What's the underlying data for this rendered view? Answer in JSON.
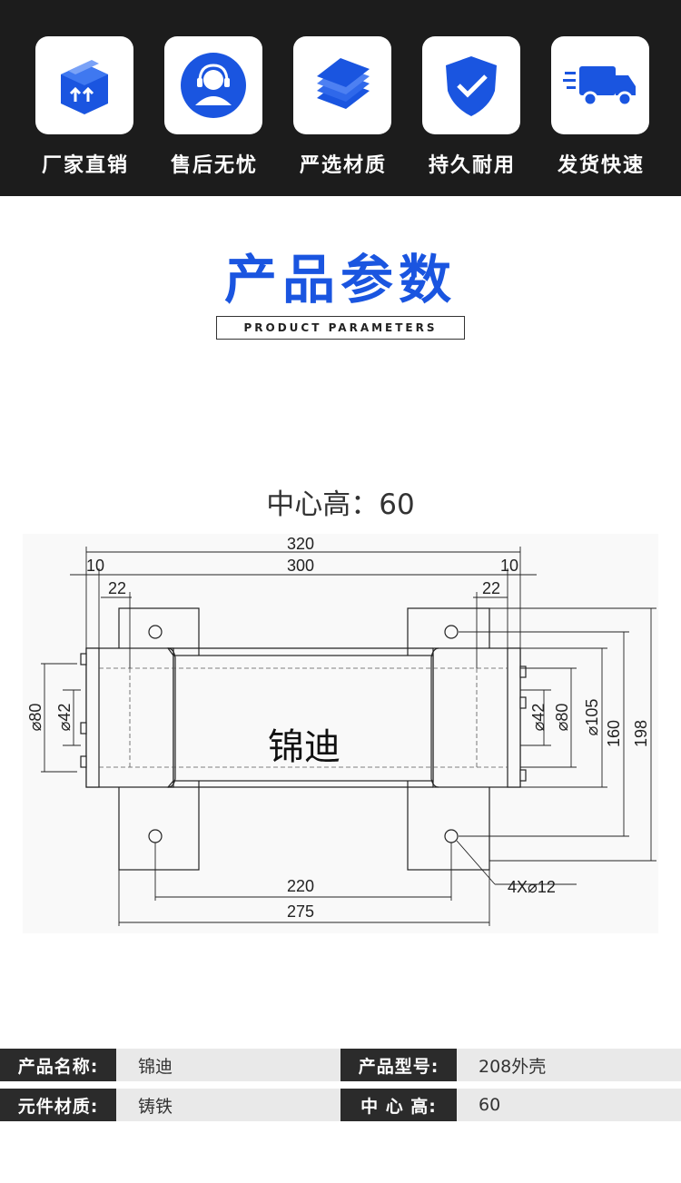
{
  "features": [
    {
      "label": "厂家直销",
      "icon": "package-box-icon"
    },
    {
      "label": "售后无忧",
      "icon": "customer-service-icon"
    },
    {
      "label": "严选材质",
      "icon": "material-sheets-icon"
    },
    {
      "label": "持久耐用",
      "icon": "shield-check-icon"
    },
    {
      "label": "发货快速",
      "icon": "delivery-truck-icon"
    }
  ],
  "colors": {
    "accent": "#1a55e0",
    "dark": "#1c1c1c"
  },
  "section": {
    "title": "产品参数",
    "subtitle": "PRODUCT PARAMETERS"
  },
  "drawing": {
    "center_height_label": "中心高：60",
    "brand_mark": "锦迪",
    "dims": {
      "overall_length": "320",
      "body_length": "300",
      "flange_left": "10",
      "flange_right": "10",
      "step_left": "22",
      "step_right": "22",
      "bore_dia_left_outer": "⌀80",
      "bore_dia_left_inner": "⌀42",
      "bore_dia_right_inner": "⌀42",
      "bore_dia_right_outer": "⌀80",
      "body_dia": "⌀105",
      "hole_spacing_v": "160",
      "base_height": "198",
      "hole_spacing_h": "220",
      "base_width": "275",
      "mount_holes": "4X⌀12"
    }
  },
  "specs": [
    {
      "k1": "产品名称:",
      "v1": "锦迪",
      "k2": "产品型号:",
      "v2": "208外壳"
    },
    {
      "k1": "元件材质:",
      "v1": "铸铁",
      "k2": "中 心 高:",
      "v2": "60"
    }
  ]
}
